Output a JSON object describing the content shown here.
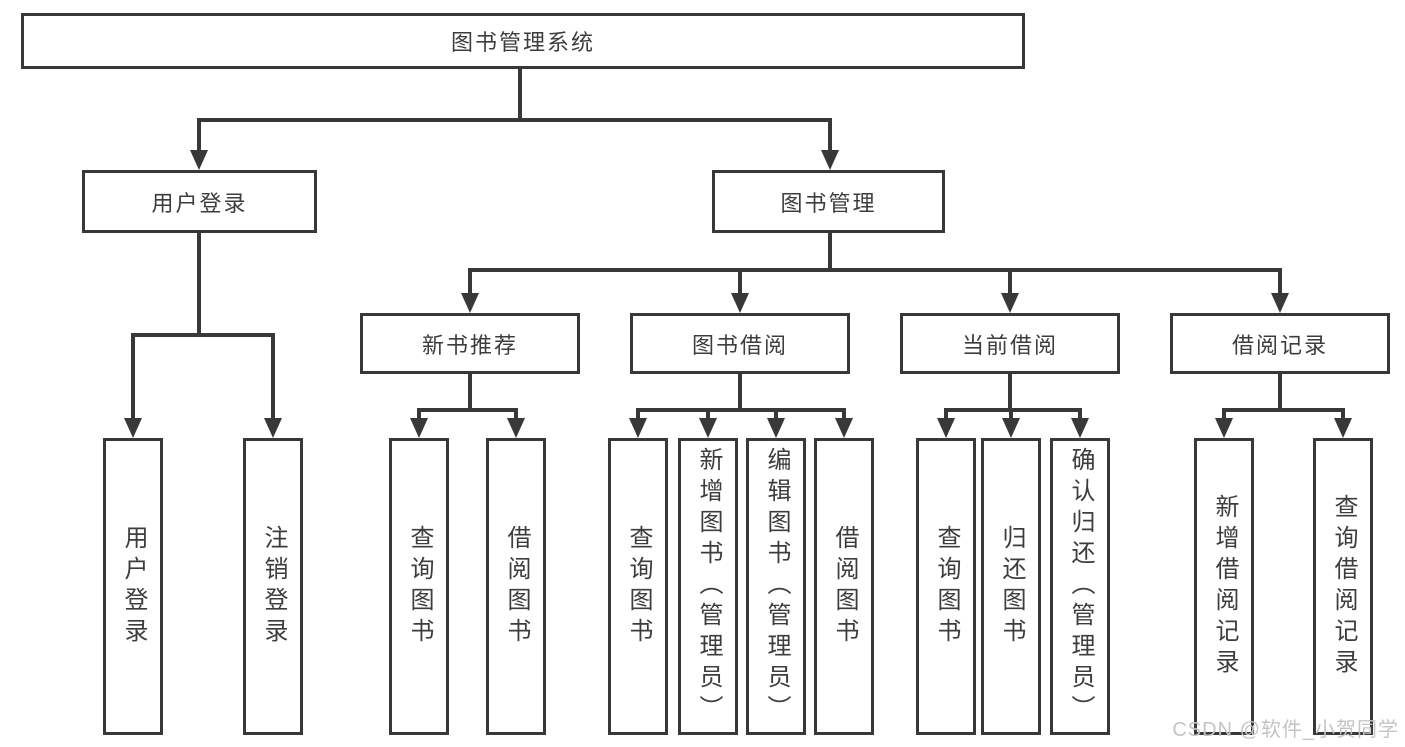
{
  "nodes": {
    "root": "图书管理系统",
    "branches": [
      {
        "label": "用户登录"
      },
      {
        "label": "图书管理"
      }
    ],
    "subBranches": [
      {
        "label": "新书推荐"
      },
      {
        "label": "图书借阅"
      },
      {
        "label": "当前借阅"
      },
      {
        "label": "借阅记录"
      }
    ],
    "leafGroups": [
      {
        "leaves": [
          "用户登录",
          "注销登录"
        ]
      },
      {
        "leaves": [
          "查询图书",
          "借阅图书"
        ]
      },
      {
        "leaves": [
          "查询图书",
          "新增图书（管理员）",
          "编辑图书（管理员）",
          "借阅图书"
        ]
      },
      {
        "leaves": [
          "查询图书",
          "归还图书",
          "确认归还（管理员）"
        ]
      },
      {
        "leaves": [
          "新增借阅记录",
          "查询借阅记录"
        ]
      }
    ]
  },
  "watermark": "CSDN @软件_小贺同学",
  "colors": {
    "line": "#383838",
    "text": "#3d3d3d",
    "watermark": "#c4c4c4",
    "background": "#ffffff"
  }
}
